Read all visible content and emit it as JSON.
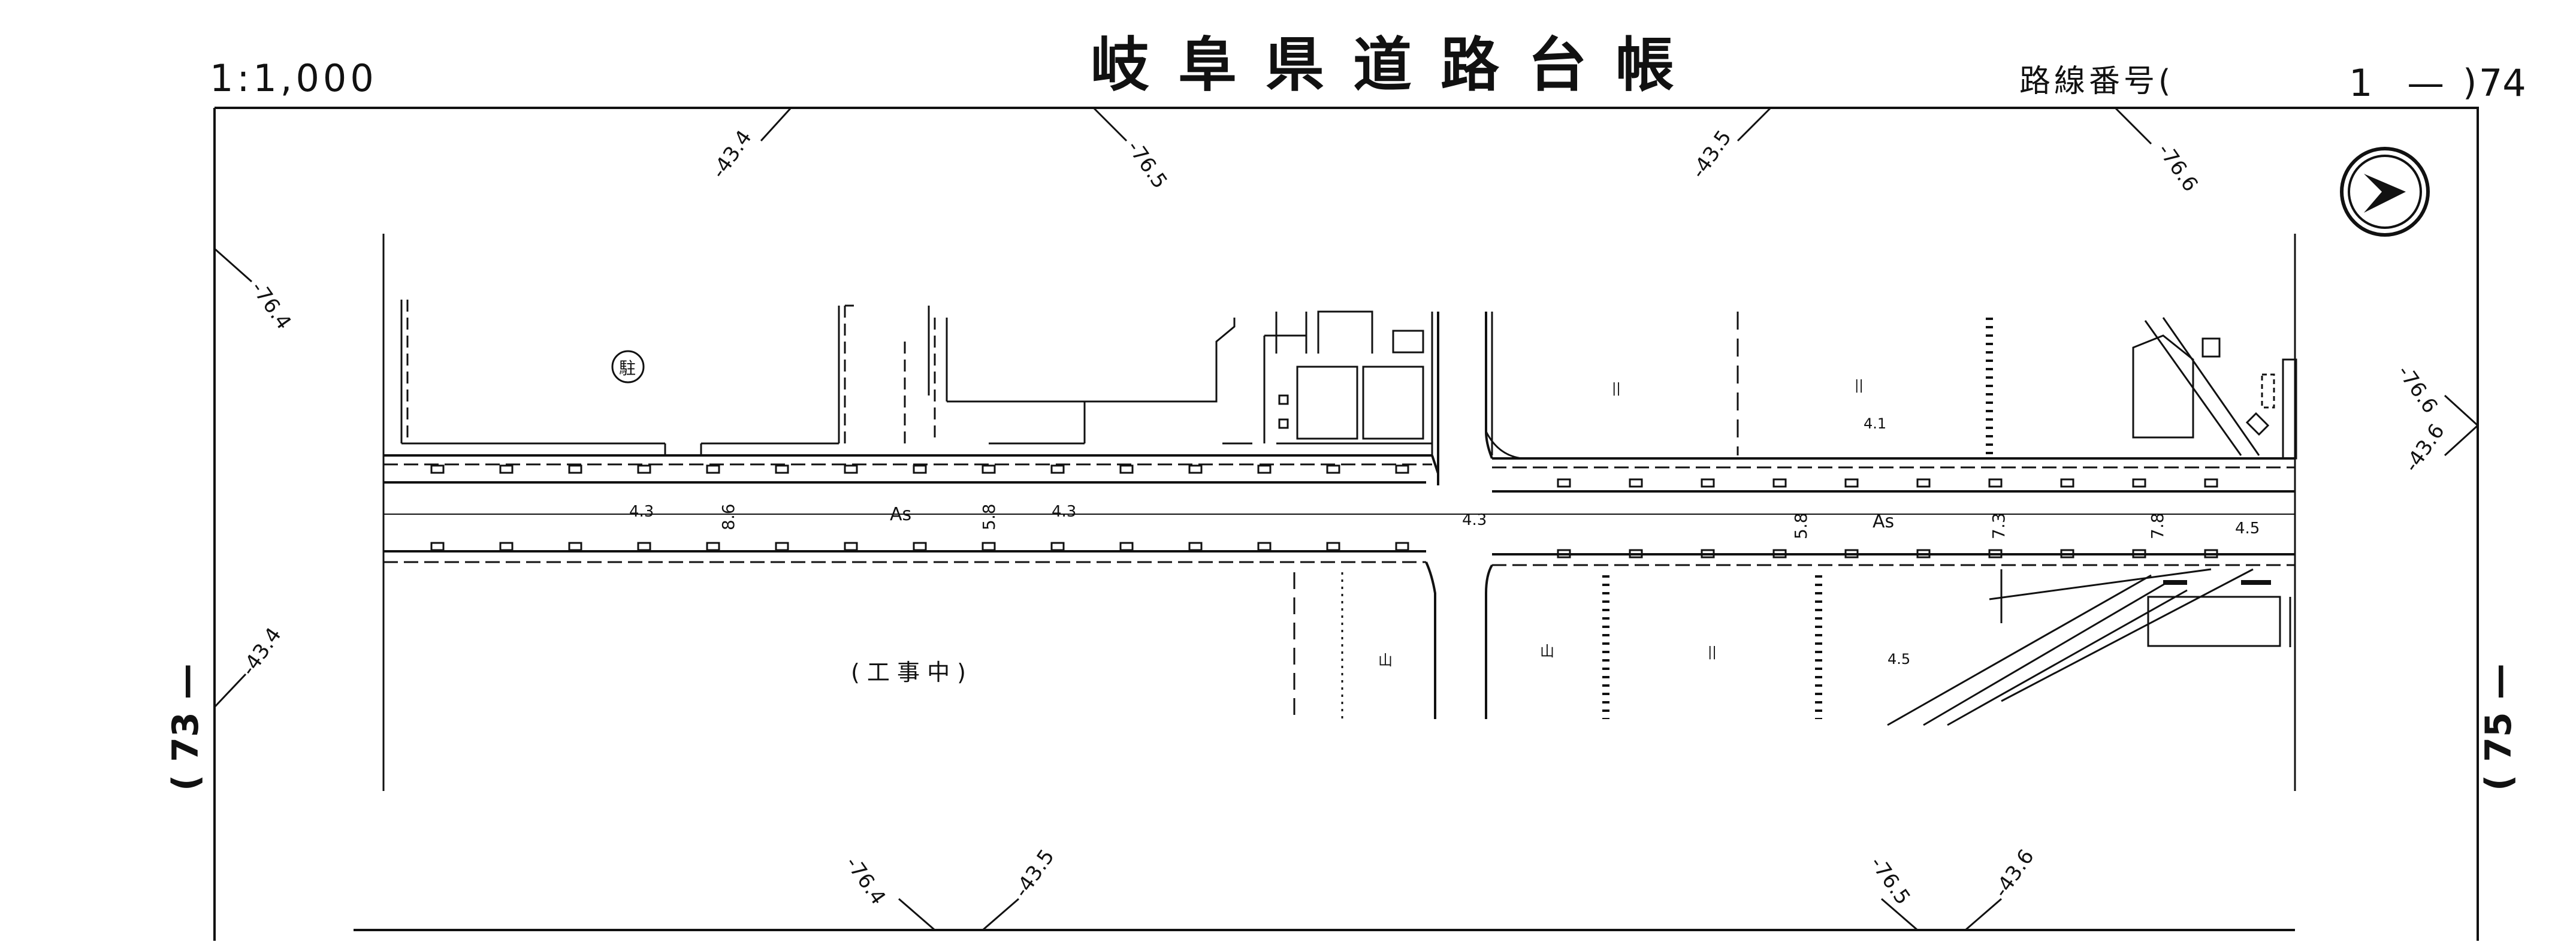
{
  "header": {
    "scale": "1:1,000",
    "title": "岐阜県道路台帳",
    "route_label": "路線番号(",
    "route_number": "1 — 74",
    "route_close": ")"
  },
  "adjacent_sheets": {
    "left": "( 73 —",
    "right": "( 75 —"
  },
  "grid_marks": [
    "-43.4",
    "-76.5",
    "-43.5",
    "-76.6",
    "-76.4",
    "-76.6",
    "-43.6",
    "-43.4",
    "-76.4",
    "-43.5",
    "-76.5",
    "-43.6"
  ],
  "map_labels": {
    "parking": "駐",
    "construction": "( 工  事  中 )",
    "pavement_1": "As",
    "pavement_2": "As",
    "road_width_1": "8.6",
    "road_width_2": "5.8",
    "road_width_3": "5.8",
    "road_width_4": "7.3",
    "road_width_5": "7.8",
    "elev_1": "4.3",
    "elev_2": "4.3",
    "elev_3": "4.3",
    "elev_4": "4.5",
    "elev_5": "4.1",
    "elev_6": "4.5",
    "paddy": "||",
    "forest": "山"
  },
  "compass_icon": "north-arrow-icon",
  "colors": {
    "ink": "#111111",
    "paper": "#ffffff"
  }
}
